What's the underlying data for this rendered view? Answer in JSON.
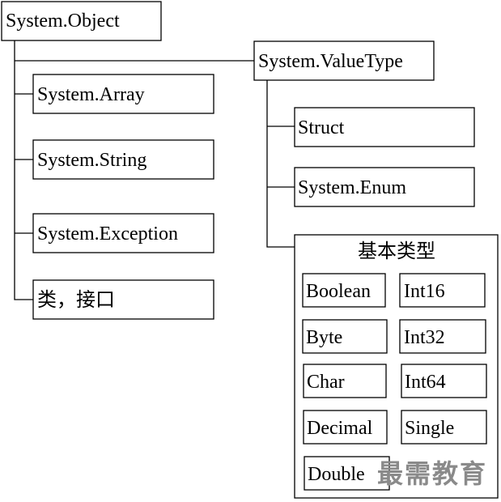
{
  "diagram": {
    "root": "System.Object",
    "value_type": "System.ValueType",
    "left_children": [
      "System.Array",
      "System.String",
      "System.Exception",
      "类，接口"
    ],
    "value_children": [
      "Struct",
      "System.Enum"
    ],
    "primitive_group": {
      "title": "基本类型",
      "types": [
        "Boolean",
        "Int16",
        "Byte",
        "Int32",
        "Char",
        "Int64",
        "Decimal",
        "Single",
        "Double"
      ]
    }
  },
  "watermark": "最需教育"
}
